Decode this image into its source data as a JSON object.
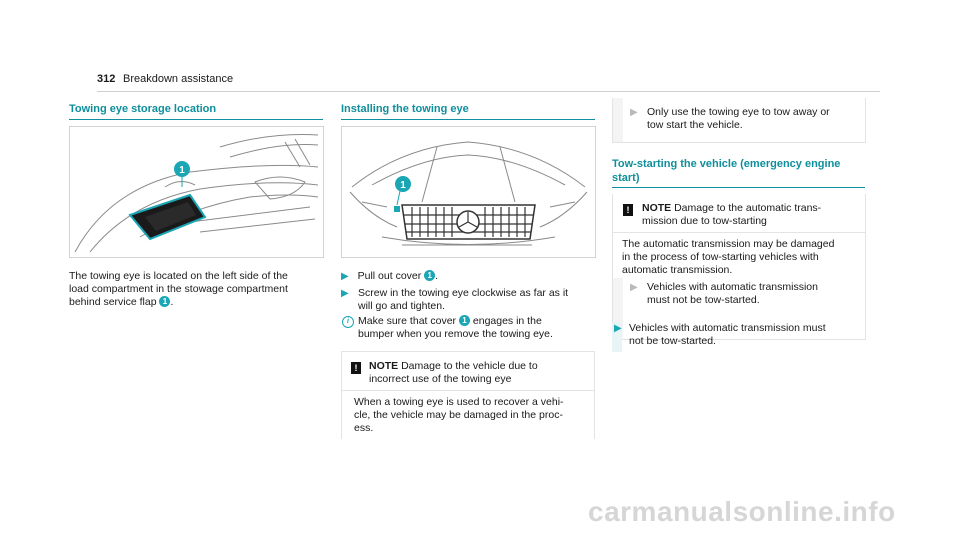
{
  "header": {
    "page_number": "312",
    "title": "Breakdown assistance"
  },
  "col1": {
    "heading": "Towing eye storage location",
    "callout": "1",
    "para_lines": [
      "The towing eye is located on the left side of the",
      "load compartment in the stowage compartment",
      "behind service flap"
    ],
    "para_end": "."
  },
  "col2": {
    "heading": "Installing the towing eye",
    "callout": "1",
    "step1_text": "Pull out cover",
    "step1_end": ".",
    "step2_lines": [
      "Screw in the towing eye clockwise as far as it",
      "will go and tighten."
    ],
    "info_line1_a": "Make sure that cover",
    "info_line1_b": "engages in the",
    "info_line2": "bumper when you remove the towing eye.",
    "note_label": "NOTE",
    "note_title_line1": "Damage to the vehicle due to",
    "note_title_line2": "incorrect use of the towing eye",
    "note_body_lines": [
      "When a towing eye is used to recover a vehi-",
      "cle, the vehicle may be damaged in the proc-",
      "ess."
    ]
  },
  "col3": {
    "step_lines": [
      "Only use the towing eye to tow away or",
      "tow start the vehicle."
    ],
    "heading_lines": [
      "Tow-starting the vehicle (emergency engine",
      "start)"
    ],
    "note_label": "NOTE",
    "note_title_line1": "Damage to the automatic trans-",
    "note_title_line2": "mission due to tow-starting",
    "note_body_lines": [
      "The automatic transmission may be damaged",
      "in the process of tow-starting vehicles with",
      "automatic transmission."
    ],
    "note_step_lines": [
      "Vehicles with automatic transmission",
      "must not be tow-started."
    ],
    "final_step_lines": [
      "Vehicles with automatic transmission must",
      "not be tow-started."
    ]
  },
  "watermark": "carmanualsonline.info",
  "colors": {
    "accent": "#0e8f9c",
    "badge": "#1aa6b5"
  }
}
